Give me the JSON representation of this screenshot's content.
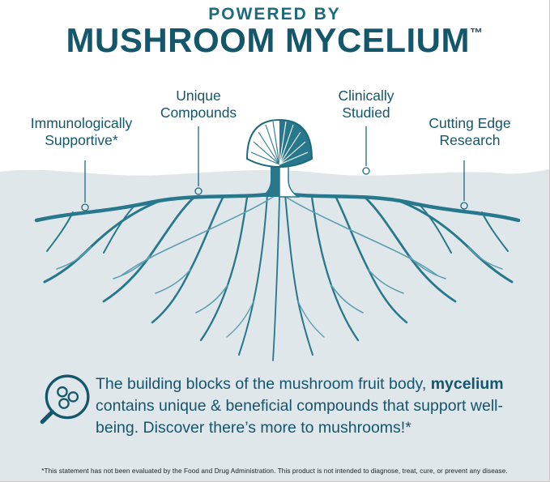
{
  "meta": {
    "accent_teal": "#1d6a7e",
    "ink_teal": "#14566b",
    "soil_background": "#dfe7ea",
    "root_color": "#27788c",
    "root_color_light": "#5d9fb0"
  },
  "header": {
    "kicker": "POWERED BY",
    "title": "MUSHROOM MYCELIUM",
    "trademark": "™"
  },
  "callouts": {
    "immunologically": "Immunologically\nSupportive*",
    "unique": "Unique\nCompounds",
    "clinical": "Clinically\nStudied",
    "cutting": "Cutting Edge\nResearch"
  },
  "body": {
    "part1": "The building blocks of the mushroom fruit body, ",
    "bold": "mycelium",
    "part2": " contains unique & beneficial compounds that support well-being. Discover there’s more to mushrooms!*"
  },
  "footnote": "*This statement has not been evaluated by the Food and Drug Administration. This product is not intended to diagnose, treat, cure, or prevent any disease.",
  "icons": {
    "mushroom": "mushroom-icon",
    "roots": "mycelium-roots",
    "magnifier": "magnifier-molecule-icon"
  }
}
